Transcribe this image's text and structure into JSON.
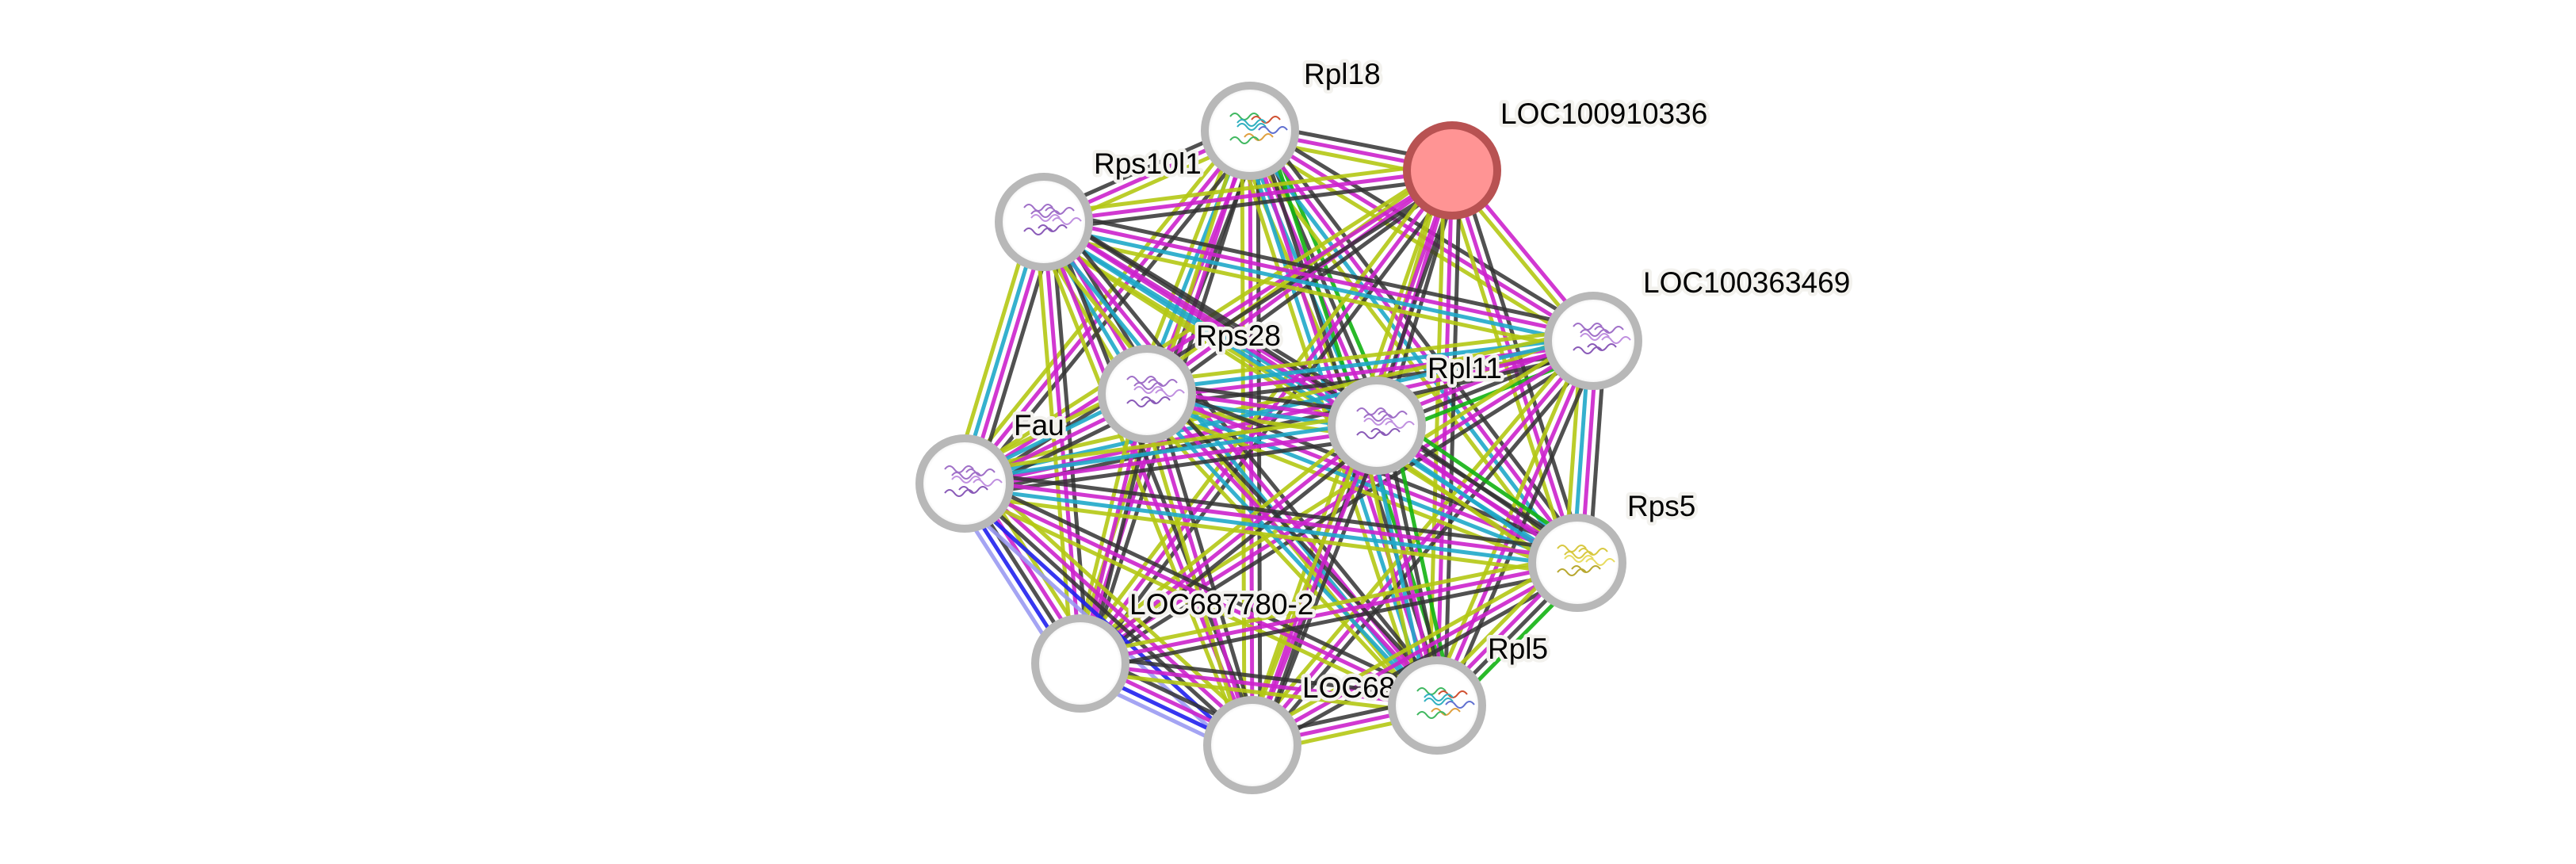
{
  "title": "Protein interaction network",
  "evidence_colors": {
    "neighborhood": "#12b212",
    "gene_fusion": "#d02020",
    "cooccurrence": "#2020ee",
    "cooccurrence_light": "#9a9af2",
    "coexpression": "#333333",
    "experiments": "#cc22cc",
    "databases": "#1fa8c9",
    "textmining": "#b4c814",
    "homology": "#9a9af2"
  },
  "node_style": {
    "default_fill": "#ffffff",
    "default_border": "#b8b8b8",
    "query_fill": "#ff9494",
    "query_border": "#b85252"
  },
  "nodes": [
    {
      "id": "Rpl18",
      "label": "Rpl18",
      "query": false,
      "structure": "rainbow"
    },
    {
      "id": "LOC100910336",
      "label": "LOC100910336",
      "query": true,
      "structure": "none"
    },
    {
      "id": "Rps10l1",
      "label": "Rps10l1",
      "query": false,
      "structure": "purple"
    },
    {
      "id": "LOC100363469",
      "label": "LOC100363469",
      "query": false,
      "structure": "purple"
    },
    {
      "id": "Rps28",
      "label": "Rps28",
      "query": false,
      "structure": "purple"
    },
    {
      "id": "Rpl11",
      "label": "Rpl11",
      "query": false,
      "structure": "purple"
    },
    {
      "id": "Fau",
      "label": "Fau",
      "query": false,
      "structure": "purple"
    },
    {
      "id": "Rps5",
      "label": "Rps5",
      "query": false,
      "structure": "yellow"
    },
    {
      "id": "LOC687780-2",
      "label": "LOC687780-2",
      "query": false,
      "structure": "none"
    },
    {
      "id": "LOC68",
      "label": "LOC68",
      "query": false,
      "structure": "none"
    },
    {
      "id": "Rpl5",
      "label": "Rpl5",
      "query": false,
      "structure": "rainbow"
    }
  ],
  "edges": [
    {
      "source": "Rpl18",
      "target": "LOC100910336",
      "evidence": [
        "coexpression",
        "experiments",
        "textmining"
      ]
    },
    {
      "source": "Rpl18",
      "target": "Rps10l1",
      "evidence": [
        "textmining",
        "experiments",
        "coexpression"
      ]
    },
    {
      "source": "Rpl18",
      "target": "LOC100363469",
      "evidence": [
        "coexpression",
        "experiments",
        "textmining"
      ]
    },
    {
      "source": "Rpl18",
      "target": "Rps28",
      "evidence": [
        "coexpression",
        "experiments",
        "databases",
        "textmining"
      ]
    },
    {
      "source": "Rpl18",
      "target": "Rpl11",
      "evidence": [
        "neighborhood",
        "coexpression",
        "experiments",
        "databases",
        "textmining"
      ]
    },
    {
      "source": "Rpl18",
      "target": "Fau",
      "evidence": [
        "coexpression",
        "experiments",
        "textmining"
      ]
    },
    {
      "source": "Rpl18",
      "target": "Rps5",
      "evidence": [
        "coexpression",
        "experiments",
        "databases",
        "textmining"
      ]
    },
    {
      "source": "Rpl18",
      "target": "LOC687780-2",
      "evidence": [
        "coexpression",
        "experiments",
        "textmining"
      ]
    },
    {
      "source": "Rpl18",
      "target": "LOC68",
      "evidence": [
        "coexpression",
        "experiments",
        "textmining"
      ]
    },
    {
      "source": "Rpl18",
      "target": "Rpl5",
      "evidence": [
        "neighborhood",
        "coexpression",
        "experiments",
        "databases",
        "textmining"
      ]
    },
    {
      "source": "LOC100910336",
      "target": "Rps10l1",
      "evidence": [
        "coexpression",
        "experiments",
        "textmining"
      ]
    },
    {
      "source": "LOC100910336",
      "target": "LOC100363469",
      "evidence": [
        "experiments",
        "textmining"
      ]
    },
    {
      "source": "LOC100910336",
      "target": "Rps28",
      "evidence": [
        "coexpression",
        "experiments",
        "textmining"
      ]
    },
    {
      "source": "LOC100910336",
      "target": "Rpl11",
      "evidence": [
        "coexpression",
        "experiments",
        "textmining"
      ]
    },
    {
      "source": "LOC100910336",
      "target": "Fau",
      "evidence": [
        "coexpression",
        "experiments",
        "textmining"
      ]
    },
    {
      "source": "LOC100910336",
      "target": "Rps5",
      "evidence": [
        "coexpression",
        "experiments",
        "textmining"
      ]
    },
    {
      "source": "LOC100910336",
      "target": "LOC687780-2",
      "evidence": [
        "coexpression",
        "experiments",
        "textmining"
      ]
    },
    {
      "source": "LOC100910336",
      "target": "LOC68",
      "evidence": [
        "coexpression",
        "experiments",
        "textmining"
      ]
    },
    {
      "source": "LOC100910336",
      "target": "Rpl5",
      "evidence": [
        "coexpression",
        "experiments",
        "textmining"
      ]
    },
    {
      "source": "Rps10l1",
      "target": "LOC100363469",
      "evidence": [
        "coexpression",
        "experiments",
        "databases",
        "textmining"
      ]
    },
    {
      "source": "Rps10l1",
      "target": "Rps28",
      "evidence": [
        "coexpression",
        "experiments",
        "databases",
        "textmining"
      ]
    },
    {
      "source": "Rps10l1",
      "target": "Rpl11",
      "evidence": [
        "coexpression",
        "experiments",
        "databases",
        "textmining"
      ]
    },
    {
      "source": "Rps10l1",
      "target": "Fau",
      "evidence": [
        "coexpression",
        "experiments",
        "databases",
        "textmining"
      ]
    },
    {
      "source": "Rps10l1",
      "target": "Rps5",
      "evidence": [
        "coexpression",
        "experiments",
        "databases",
        "textmining"
      ]
    },
    {
      "source": "Rps10l1",
      "target": "LOC687780-2",
      "evidence": [
        "coexpression",
        "experiments",
        "textmining"
      ]
    },
    {
      "source": "Rps10l1",
      "target": "LOC68",
      "evidence": [
        "coexpression",
        "experiments",
        "textmining"
      ]
    },
    {
      "source": "Rps10l1",
      "target": "Rpl5",
      "evidence": [
        "coexpression",
        "experiments",
        "databases",
        "textmining"
      ]
    },
    {
      "source": "LOC100363469",
      "target": "Rps28",
      "evidence": [
        "coexpression",
        "experiments",
        "databases",
        "textmining"
      ]
    },
    {
      "source": "LOC100363469",
      "target": "Rpl11",
      "evidence": [
        "neighborhood",
        "coexpression",
        "experiments",
        "textmining"
      ]
    },
    {
      "source": "LOC100363469",
      "target": "Fau",
      "evidence": [
        "coexpression",
        "experiments",
        "databases",
        "textmining"
      ]
    },
    {
      "source": "LOC100363469",
      "target": "Rps5",
      "evidence": [
        "coexpression",
        "experiments",
        "databases",
        "textmining"
      ]
    },
    {
      "source": "LOC100363469",
      "target": "LOC687780-2",
      "evidence": [
        "coexpression",
        "experiments",
        "textmining"
      ]
    },
    {
      "source": "LOC100363469",
      "target": "LOC68",
      "evidence": [
        "coexpression",
        "experiments",
        "textmining"
      ]
    },
    {
      "source": "LOC100363469",
      "target": "Rpl5",
      "evidence": [
        "coexpression",
        "experiments",
        "textmining"
      ]
    },
    {
      "source": "Rps28",
      "target": "Rpl11",
      "evidence": [
        "coexpression",
        "experiments",
        "databases",
        "textmining"
      ]
    },
    {
      "source": "Rps28",
      "target": "Fau",
      "evidence": [
        "coexpression",
        "experiments",
        "databases",
        "textmining"
      ]
    },
    {
      "source": "Rps28",
      "target": "Rps5",
      "evidence": [
        "coexpression",
        "experiments",
        "databases",
        "textmining"
      ]
    },
    {
      "source": "Rps28",
      "target": "LOC687780-2",
      "evidence": [
        "coexpression",
        "experiments",
        "textmining"
      ]
    },
    {
      "source": "Rps28",
      "target": "LOC68",
      "evidence": [
        "coexpression",
        "experiments",
        "textmining"
      ]
    },
    {
      "source": "Rps28",
      "target": "Rpl5",
      "evidence": [
        "coexpression",
        "experiments",
        "databases",
        "textmining"
      ]
    },
    {
      "source": "Rpl11",
      "target": "Fau",
      "evidence": [
        "coexpression",
        "experiments",
        "databases",
        "textmining"
      ]
    },
    {
      "source": "Rpl11",
      "target": "Rps5",
      "evidence": [
        "neighborhood",
        "coexpression",
        "experiments",
        "databases",
        "textmining"
      ]
    },
    {
      "source": "Rpl11",
      "target": "LOC687780-2",
      "evidence": [
        "coexpression",
        "experiments",
        "textmining"
      ]
    },
    {
      "source": "Rpl11",
      "target": "LOC68",
      "evidence": [
        "coexpression",
        "experiments",
        "textmining"
      ]
    },
    {
      "source": "Rpl11",
      "target": "Rpl5",
      "evidence": [
        "neighborhood",
        "coexpression",
        "experiments",
        "databases",
        "textmining"
      ]
    },
    {
      "source": "Fau",
      "target": "Rps5",
      "evidence": [
        "coexpression",
        "experiments",
        "databases",
        "textmining"
      ]
    },
    {
      "source": "Fau",
      "target": "LOC687780-2",
      "evidence": [
        "textmining",
        "experiments",
        "coexpression",
        "cooccurrence",
        "homology"
      ]
    },
    {
      "source": "Fau",
      "target": "LOC68",
      "evidence": [
        "textmining",
        "experiments",
        "coexpression",
        "cooccurrence",
        "homology"
      ]
    },
    {
      "source": "Fau",
      "target": "Rpl5",
      "evidence": [
        "coexpression",
        "experiments",
        "textmining"
      ]
    },
    {
      "source": "Rps5",
      "target": "LOC687780-2",
      "evidence": [
        "coexpression",
        "experiments",
        "textmining"
      ]
    },
    {
      "source": "Rps5",
      "target": "LOC68",
      "evidence": [
        "coexpression",
        "experiments",
        "textmining"
      ]
    },
    {
      "source": "Rps5",
      "target": "Rpl5",
      "evidence": [
        "neighborhood",
        "coexpression",
        "experiments",
        "textmining"
      ]
    },
    {
      "source": "LOC687780-2",
      "target": "LOC68",
      "evidence": [
        "coexpression",
        "experiments",
        "cooccurrence",
        "homology"
      ]
    },
    {
      "source": "LOC687780-2",
      "target": "Rpl5",
      "evidence": [
        "coexpression",
        "experiments",
        "textmining"
      ]
    },
    {
      "source": "LOC68",
      "target": "Rpl5",
      "evidence": [
        "coexpression",
        "experiments",
        "textmining"
      ]
    }
  ]
}
